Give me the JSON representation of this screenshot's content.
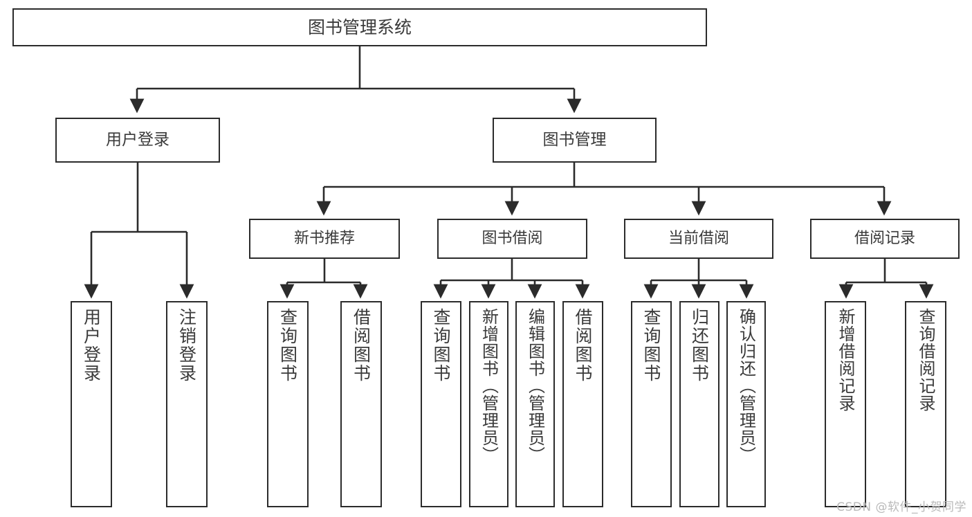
{
  "diagram": {
    "title": "图书管理系统",
    "watermark": "CSDN @软件_小贺同学",
    "stroke_color": "#2b2b2b",
    "text_color": "#3a3a3a",
    "background_color": "#ffffff",
    "nodes": {
      "root": {
        "label": "图书管理系统"
      },
      "user_login": {
        "label": "用户登录"
      },
      "book_manage": {
        "label": "图书管理"
      },
      "new_book_rec": {
        "label": "新书推荐"
      },
      "book_borrow": {
        "label": "图书借阅"
      },
      "current_borrow": {
        "label": "当前借阅"
      },
      "borrow_record": {
        "label": "借阅记录"
      },
      "leaf_user_login": {
        "label": "用户登录"
      },
      "leaf_logout": {
        "label": "注销登录"
      },
      "leaf_query_book_1": {
        "label": "查询图书"
      },
      "leaf_borrow_book_1": {
        "label": "借阅图书"
      },
      "leaf_query_book_2": {
        "label": "查询图书"
      },
      "leaf_add_book": {
        "label": "新增图书（管理员）"
      },
      "leaf_edit_book": {
        "label": "编辑图书（管理员）"
      },
      "leaf_borrow_book_2": {
        "label": "借阅图书"
      },
      "leaf_query_book_3": {
        "label": "查询图书"
      },
      "leaf_return_book": {
        "label": "归还图书"
      },
      "leaf_confirm_return": {
        "label": "确认归还（管理员）"
      },
      "leaf_add_record": {
        "label": "新增借阅记录"
      },
      "leaf_query_record": {
        "label": "查询借阅记录"
      }
    }
  }
}
